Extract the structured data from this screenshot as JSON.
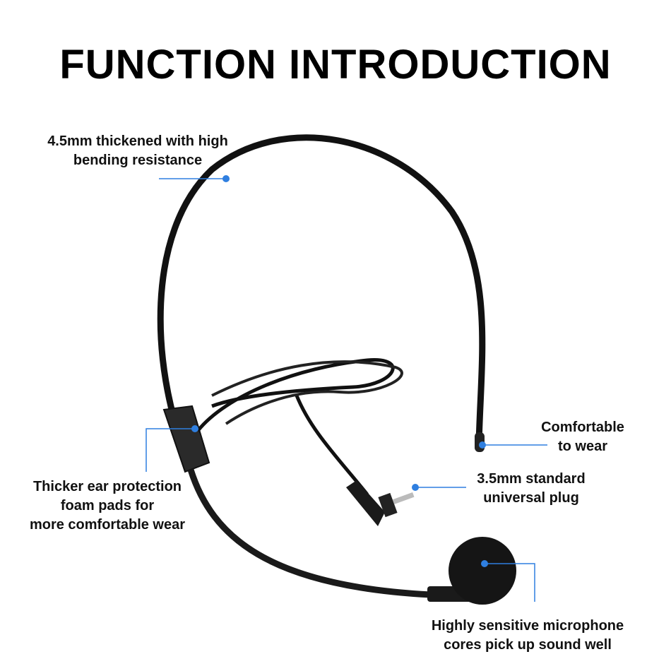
{
  "title": "FUNCTION INTRODUCTION",
  "accent_color": "#2f7fe0",
  "callouts": {
    "headband": {
      "line1": "4.5mm thickened with high",
      "line2": "bending resistance"
    },
    "comfort": {
      "line1": "Comfortable",
      "line2": "to wear"
    },
    "plug": {
      "line1": "3.5mm standard",
      "line2": "universal plug"
    },
    "foam": {
      "line1": "Thicker ear protection",
      "line2": "foam pads for",
      "line3": "more comfortable wear"
    },
    "mic": {
      "line1": "Highly sensitive microphone",
      "line2": "cores pick up sound well"
    }
  }
}
